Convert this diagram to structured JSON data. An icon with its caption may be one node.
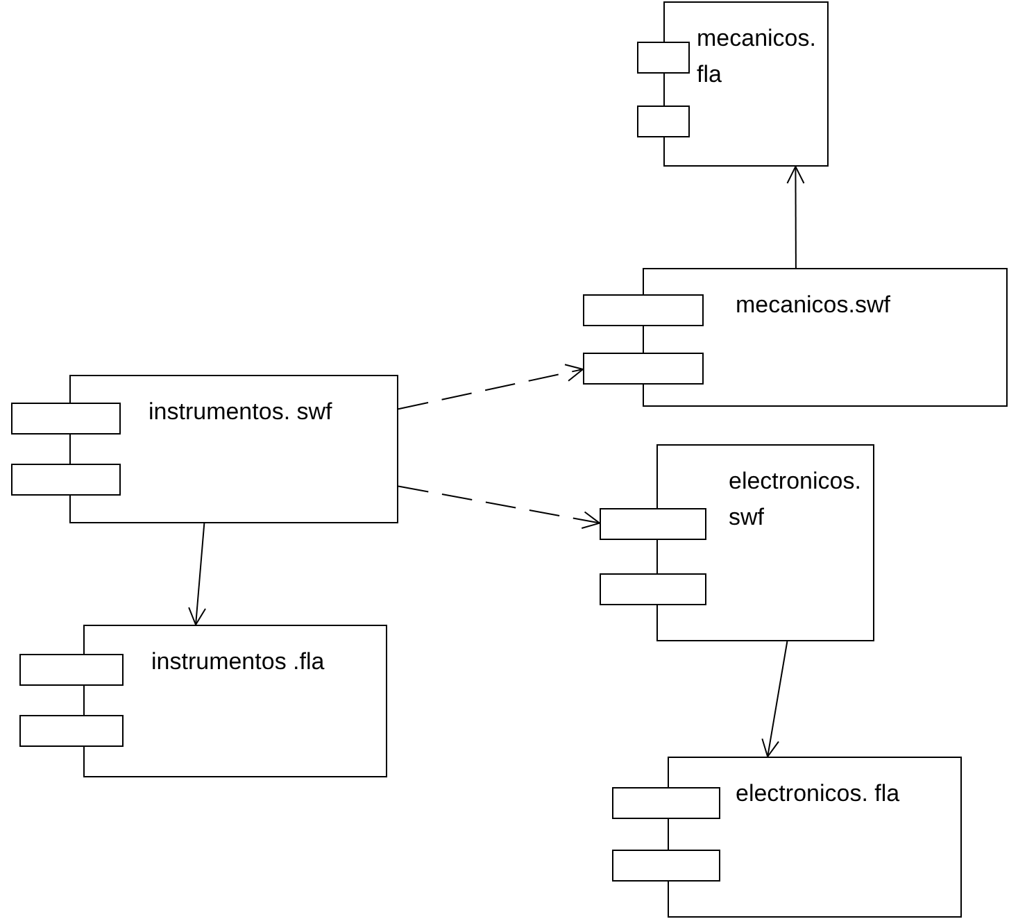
{
  "diagram": {
    "nodes": [
      {
        "text": [
          "mecanicos. fla"
        ]
      },
      {
        "text": [
          "mecanicos.swf"
        ]
      },
      {
        "text": [
          "instrumentos. swf"
        ]
      },
      {
        "text": [
          "electronicos. swf"
        ]
      },
      {
        "text": [
          "instrumentos .fla"
        ]
      },
      {
        "text": [
          "electronicos. fla"
        ]
      }
    ],
    "edges": [
      {
        "from": 2,
        "to": 1,
        "arrow": "to",
        "style": "dashed"
      },
      {
        "from": 2,
        "to": 3,
        "arrow": "to",
        "style": "dashed"
      },
      {
        "from": 2,
        "to": 4,
        "arrow": "to"
      },
      {
        "from": 3,
        "to": 5,
        "arrow": "to"
      },
      {
        "from": 1,
        "to": 0,
        "arrow": "to"
      }
    ]
  }
}
